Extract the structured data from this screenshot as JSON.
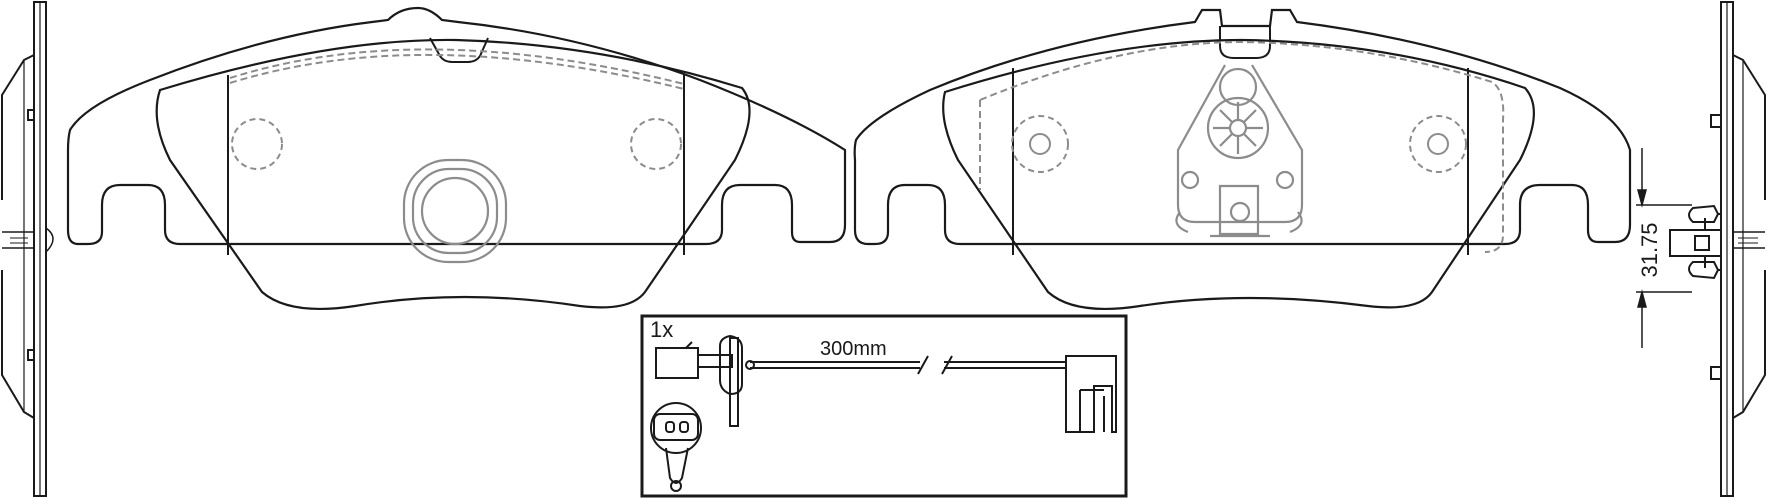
{
  "sensor_box": {
    "quantity_label": "1x",
    "cable_length_label": "300mm"
  },
  "dimension": {
    "thickness_label": "31.75"
  },
  "colors": {
    "outline": "#1a1a1a",
    "hidden_lines": "#8c8c8c"
  }
}
